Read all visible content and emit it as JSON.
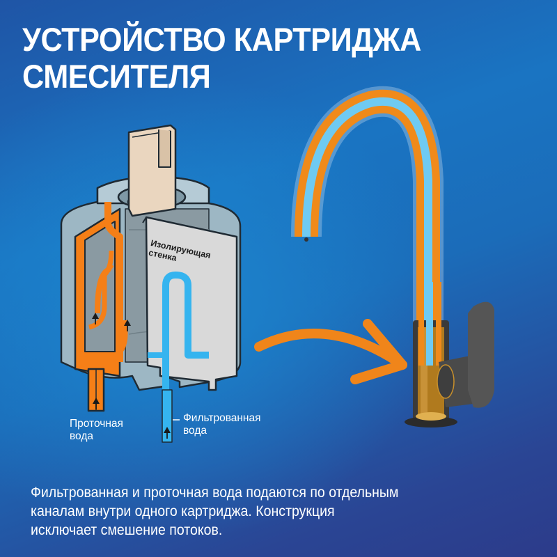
{
  "title": {
    "line1": "Устройство картриджа",
    "line2": "смесителя"
  },
  "diagram": {
    "wall_label": {
      "line1": "Изолирующая",
      "line2": "стенка"
    },
    "flow_water_label": {
      "line1": "Проточная",
      "line2": "вода"
    },
    "filtered_water_label": {
      "line1": "Фильтрованная",
      "line2": "вода"
    }
  },
  "caption": {
    "line1": "Фильтрованная и проточная вода подаются по отдельным",
    "line2": "каналам внутри одного картриджа. Конструкция",
    "line3": "исключает смешение потоков."
  },
  "colors": {
    "background_light": "#1a7bc4",
    "background_dark": "#2c3b8a",
    "flow_water": "#f57f17",
    "filtered_water": "#35b4ef",
    "cartridge_body": "#a8c0cc",
    "stem": "#ead6bf",
    "arrow": "#f0851a",
    "text": "#ffffff"
  }
}
